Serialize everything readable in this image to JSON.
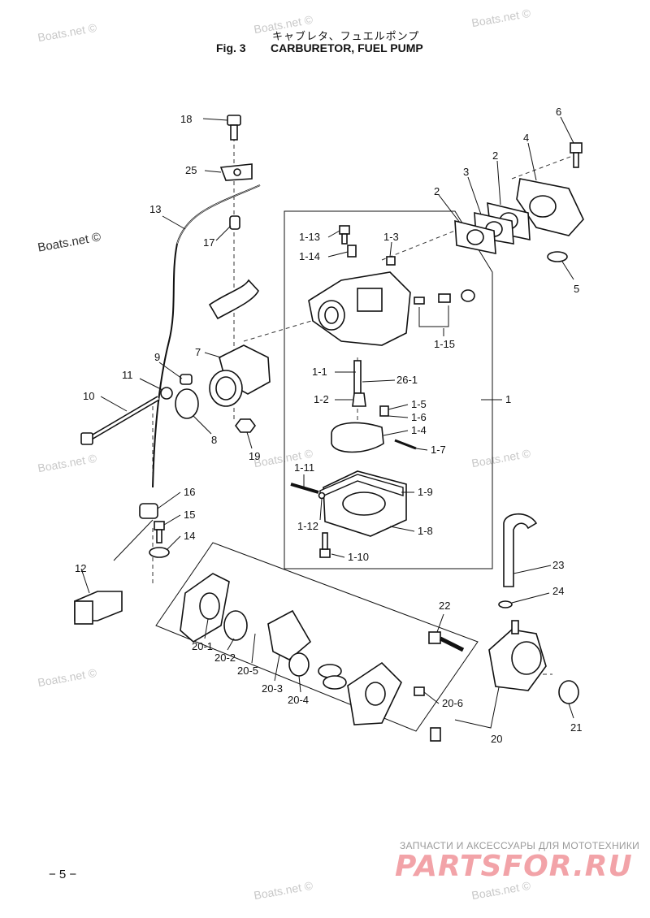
{
  "header": {
    "title_jp": "キャブレタ、フュエルポンプ",
    "fig_label": "Fig. 3",
    "title_en": "CARBURETOR, FUEL PUMP"
  },
  "watermark": {
    "text": "Boats.net ©"
  },
  "page_number": "− 5 −",
  "shop": {
    "tagline": "ЗАПЧАСТИ И АКСЕССУАРЫ ДЛЯ МОТОТЕХНИКИ",
    "logo_text": "PARTSFOR.RU"
  },
  "part_labels": {
    "p18": "18",
    "p25": "25",
    "p13": "13",
    "p17": "17",
    "p7": "7",
    "p9": "9",
    "p11": "11",
    "p10": "10",
    "p8": "8",
    "p19": "19",
    "p16": "16",
    "p15": "15",
    "p14": "14",
    "p12": "12",
    "p6": "6",
    "p4": "4",
    "p3": "3",
    "p2a": "2",
    "p2b": "2",
    "p5": "5",
    "p1_13": "1-13",
    "p1_14": "1-14",
    "p1_3": "1-3",
    "p1_15": "1-15",
    "p1_1": "1-1",
    "p26_1": "26-1",
    "p1_2": "1-2",
    "p1_5": "1-5",
    "p1_6": "1-6",
    "p1_4": "1-4",
    "p1_7": "1-7",
    "p1": "1",
    "p1_11": "1-11",
    "p1_9": "1-9",
    "p1_12": "1-12",
    "p1_8": "1-8",
    "p1_10": "1-10",
    "p23": "23",
    "p24": "24",
    "p22": "22",
    "p20_1": "20-1",
    "p20_2": "20-2",
    "p20_5": "20-5",
    "p20_3": "20-3",
    "p20_4": "20-4",
    "p20_6": "20-6",
    "p20": "20",
    "p21": "21"
  }
}
